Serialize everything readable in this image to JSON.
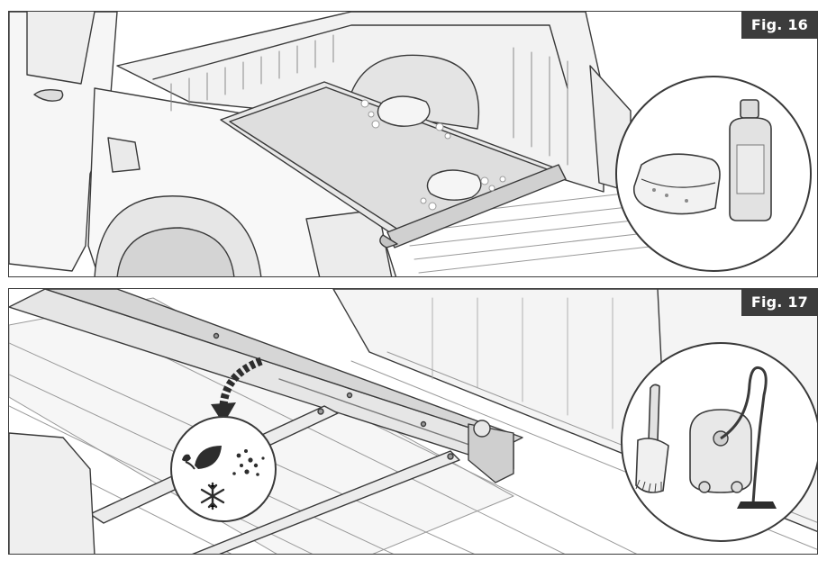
{
  "figures": [
    {
      "label": "Fig. 16",
      "scene": "truck-bed-cover-wash",
      "inset_icons": [
        "sponge-icon",
        "cleaner-bottle-icon"
      ]
    },
    {
      "label": "Fig. 17",
      "scene": "cover-rail-cleaning",
      "inset_icons": [
        "hand-brush-icon",
        "vacuum-cleaner-icon"
      ],
      "hazard_icons": [
        "leaf-icon",
        "dirt-particles-icon",
        "snowflake-icon"
      ]
    }
  ],
  "colors": {
    "line": "#3a3a3a",
    "fill_light": "#f4f4f4",
    "fill_mid": "#e3e3e3",
    "fill_dark": "#c9c9c9",
    "label_bg": "#3c3c3c",
    "label_text": "#ffffff"
  }
}
